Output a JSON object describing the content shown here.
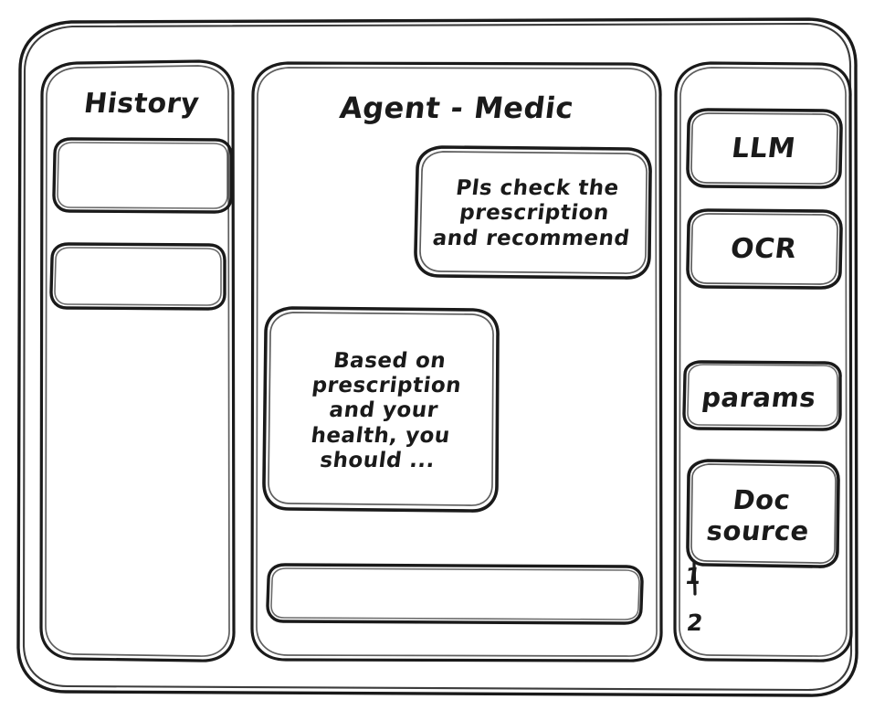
{
  "window": {
    "frame_label": "app-window",
    "stroke_color": "#1a1a1a",
    "background_color": "#ffffff"
  },
  "sidebar": {
    "title": "History",
    "items": [
      {
        "label": "",
        "name": "history-item-1"
      },
      {
        "label": "",
        "name": "history-item-2"
      }
    ]
  },
  "main": {
    "title": "Agent - Medic",
    "messages": [
      {
        "role": "user",
        "name": "user-message-bubble",
        "lines": [
          "Pls check the",
          "prescription",
          "and recommend"
        ],
        "text": "Pls check the prescription and recommend"
      },
      {
        "role": "assistant",
        "name": "assistant-message-bubble",
        "lines": [
          "Based on",
          "prescription",
          "and your",
          "health, you",
          "should ..."
        ],
        "text": "Based on prescription and your health, you should ..."
      }
    ],
    "composer": {
      "value": "",
      "placeholder": ""
    }
  },
  "tools_panel": {
    "buttons": [
      {
        "label": "LLM",
        "name": "tool-llm"
      },
      {
        "label": "OCR",
        "name": "tool-ocr"
      },
      {
        "label": "params",
        "name": "tool-params"
      }
    ],
    "doc_source": {
      "label_lines": [
        "Doc",
        "source"
      ],
      "label": "Doc source",
      "items": [
        "1",
        "2"
      ]
    }
  }
}
